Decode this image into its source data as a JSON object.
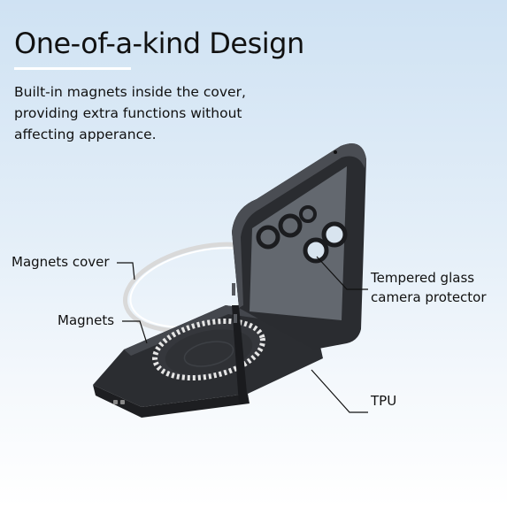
{
  "header": {
    "title": "One-of-a-kind Design",
    "description": "Built-in magnets inside the cover, providing extra functions without affecting apperance."
  },
  "callouts": {
    "magnets_cover": "Magnets cover",
    "magnets": "Magnets",
    "tempered_glass_line1": "Tempered glass",
    "tempered_glass_line2": "camera protector",
    "tpu": "TPU"
  },
  "colors": {
    "background_top": "#cfe2f3",
    "case_body": "#2a2c30",
    "case_edge": "#4a4d53",
    "magnet_ring": "#d9d9d9"
  }
}
